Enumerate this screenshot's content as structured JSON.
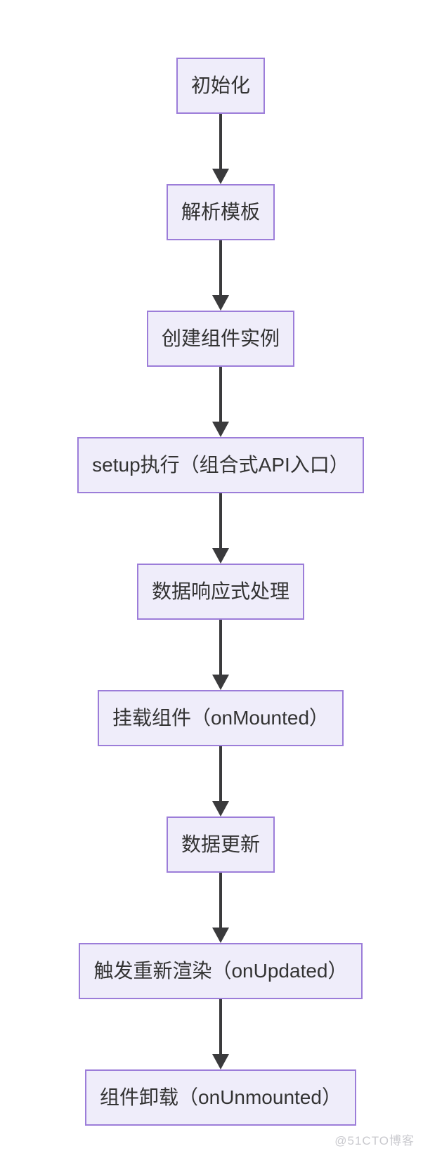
{
  "diagram": {
    "type": "flowchart",
    "direction": "top-down",
    "nodes": [
      {
        "label": "初始化"
      },
      {
        "label": "解析模板"
      },
      {
        "label": "创建组件实例"
      },
      {
        "label": "setup执行（组合式API入口）"
      },
      {
        "label": "数据响应式处理"
      },
      {
        "label": "挂载组件（onMounted）"
      },
      {
        "label": "数据更新"
      },
      {
        "label": "触发重新渲染（onUpdated）"
      },
      {
        "label": "组件卸载（onUnmounted）"
      }
    ],
    "connector": "arrow-down",
    "colors": {
      "node_fill": "#EFEDFA",
      "node_border": "#9C7DD9",
      "node_text": "#333333",
      "arrow": "#3A3A3C",
      "watermark": "#C9C9CE"
    }
  },
  "watermark": {
    "text": "@51CTO博客"
  }
}
